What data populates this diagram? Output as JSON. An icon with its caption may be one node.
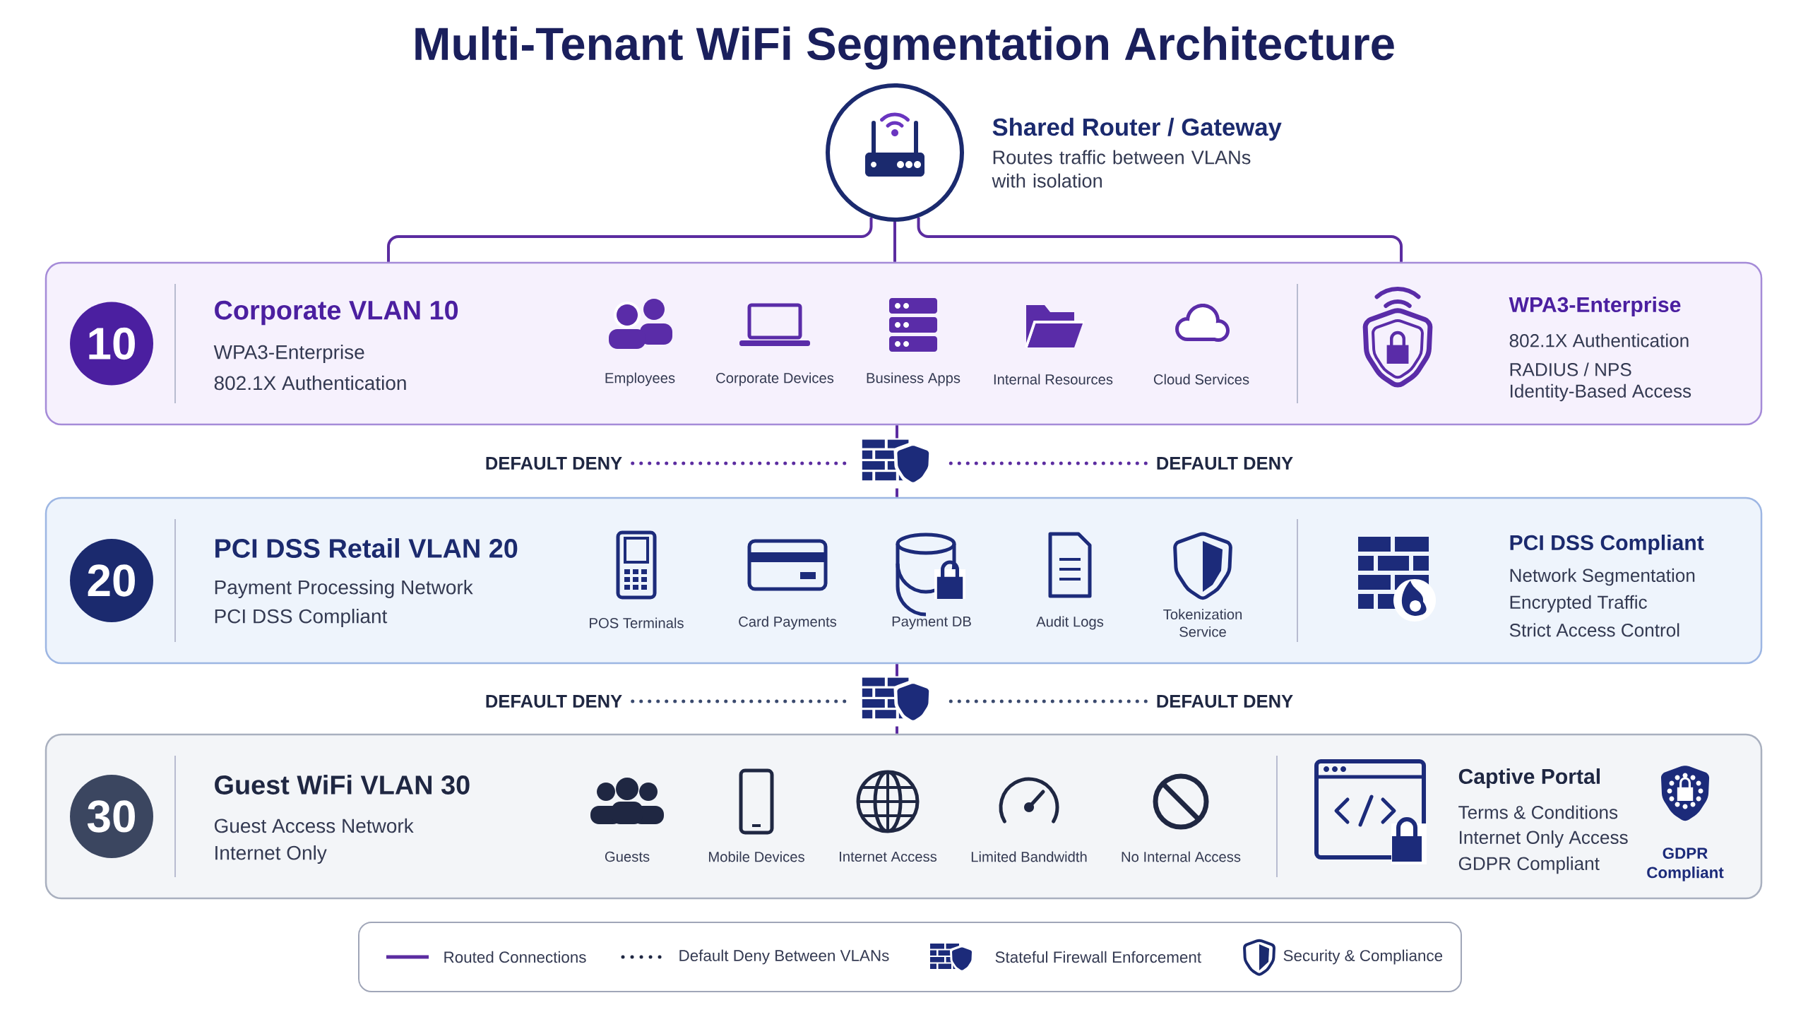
{
  "diagram": {
    "title": "Multi-Tenant WiFi Segmentation Architecture",
    "nodes": [
      {
        "text": [
          "Shared Router / Gateway",
          "Routes traffic between VLANs with isolation"
        ]
      },
      {
        "text": [
          "Corporate VLAN 10",
          "WPA3-Enterprise",
          "802.1X Authentication"
        ]
      },
      {
        "text": [
          "10"
        ],
        "in": 1
      },
      {
        "text": [],
        "shape": "firewall"
      },
      {
        "text": [
          "DEFAULT DENY"
        ]
      },
      {
        "text": [
          "DEFAULT DENY"
        ]
      },
      {
        "text": [
          "PCI DSS Retail VLAN 20",
          "Payment Processing Network",
          "PCI DSS Compliant"
        ]
      },
      {
        "text": [
          "20"
        ],
        "in": 6
      },
      {
        "text": [],
        "shape": "firewall"
      },
      {
        "text": [
          "DEFAULT DENY"
        ]
      },
      {
        "text": [
          "DEFAULT DENY"
        ]
      },
      {
        "text": [
          "Guest WiFi VLAN 30",
          "Guest Access Network",
          "Internet Only"
        ]
      },
      {
        "text": [
          "30"
        ],
        "in": 11
      }
    ],
    "edges": [
      {
        "from": 0,
        "to": 1,
        "arrow": "none"
      },
      {
        "from": 0,
        "to": 1,
        "arrow": "none"
      },
      {
        "from": 0,
        "to": 1,
        "arrow": "none"
      },
      {
        "from": 1,
        "to": 3,
        "arrow": "none"
      },
      {
        "from": 3,
        "to": 6,
        "arrow": "none"
      },
      {
        "from": 4,
        "to": 3,
        "arrow": "none",
        "style": "dashed"
      },
      {
        "from": 5,
        "to": 3,
        "arrow": "none",
        "style": "dashed"
      },
      {
        "from": 6,
        "to": 8,
        "arrow": "none"
      },
      {
        "from": 8,
        "to": 11,
        "arrow": "none"
      },
      {
        "from": 9,
        "to": 8,
        "arrow": "none",
        "style": "dashed",
        "color": "#3a4a6e"
      },
      {
        "from": 10,
        "to": 8,
        "arrow": "none",
        "style": "dashed",
        "color": "#3a4a6e"
      }
    ],
    "labels": [
      "Employees",
      "Corporate Devices",
      "Business Apps",
      "Internal Resources",
      "Cloud Services",
      "WPA3-Enterprise",
      "802.1X Authentication",
      "RADIUS / NPS",
      "Identity-Based Access",
      "POS Terminals",
      "Card Payments",
      "Payment DB",
      "Audit Logs",
      "Tokenization Service",
      "PCI DSS Compliant",
      "Network Segmentation",
      "Encrypted Traffic",
      "Strict Access Control",
      "Guests",
      "Mobile Devices",
      "Internet Access",
      "Limited Bandwidth",
      "No Internal Access",
      "Captive Portal",
      "Terms & Conditions",
      "Internet Only Access",
      "GDPR Compliant",
      "GDPR Compliant"
    ],
    "legend": [
      {
        "text": "Routed Connections"
      },
      {
        "text": "Default Deny Between VLANs"
      },
      {
        "text": "Stateful Firewall Enforcement"
      },
      {
        "text": "Security & Compliance"
      }
    ]
  }
}
